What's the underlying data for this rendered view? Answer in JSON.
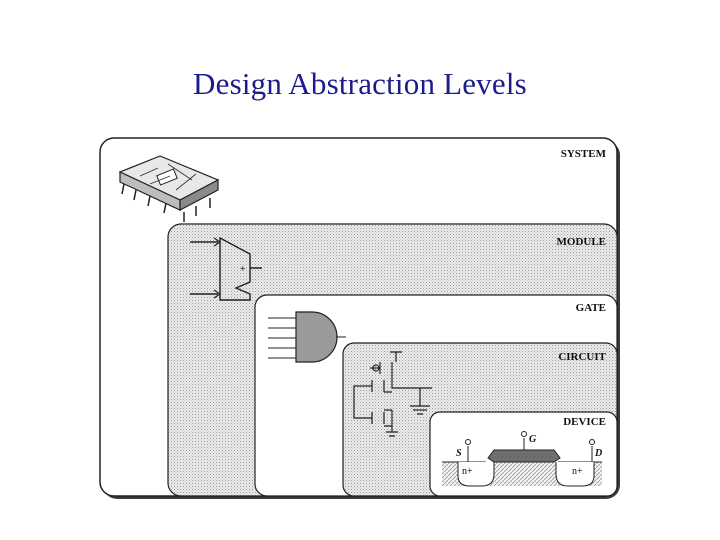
{
  "title": "Design Abstraction Levels",
  "levels": {
    "system": "SYSTEM",
    "module": "MODULE",
    "gate": "GATE",
    "circuit": "CIRCUIT",
    "device": "DEVICE"
  },
  "module_symbol": "+",
  "device": {
    "source": "S",
    "gate": "G",
    "drain": "D",
    "n_left": "n+",
    "n_right": "n+"
  }
}
